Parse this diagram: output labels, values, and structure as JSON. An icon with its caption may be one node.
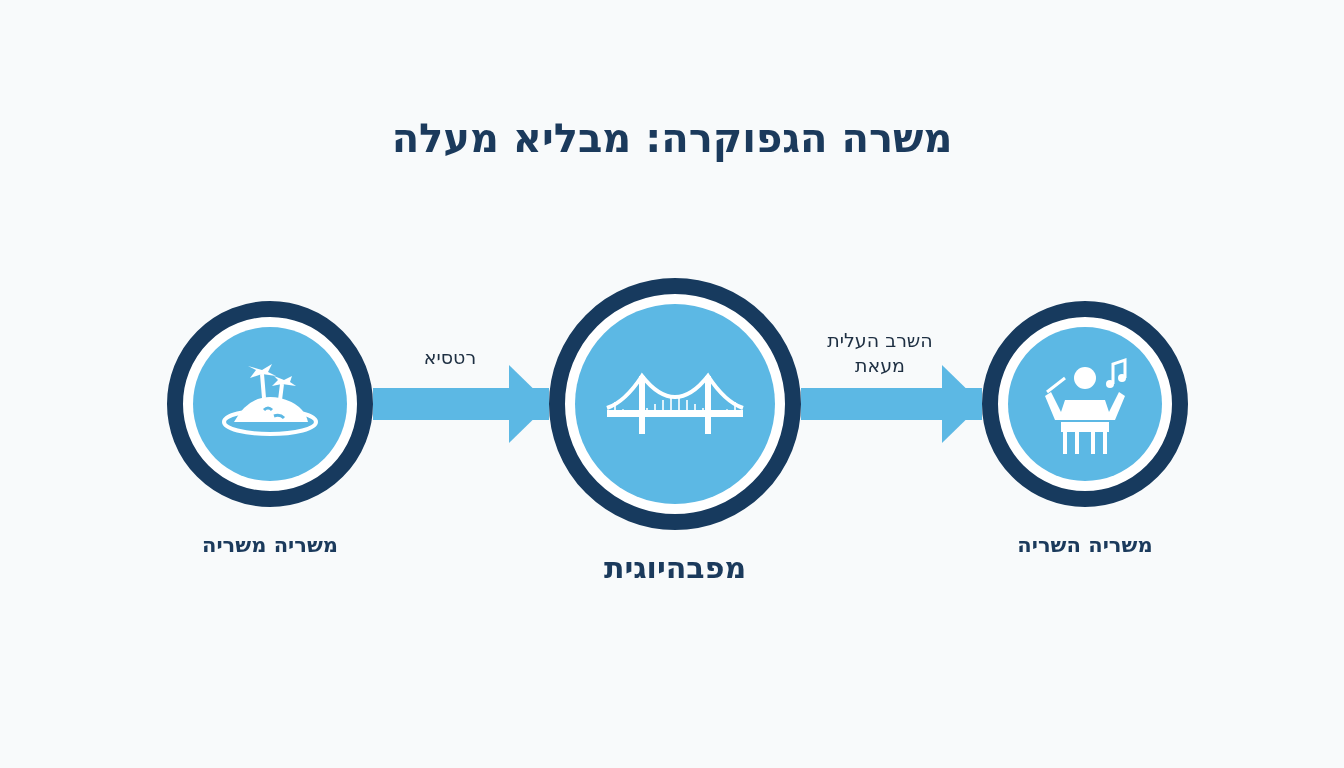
{
  "diagram": {
    "title": "משרה הגפוקרה: מבליא מעלה",
    "nodes": [
      {
        "text": [
          "משריה משריה"
        ]
      },
      {
        "text": [
          "מפבהיוגית"
        ]
      },
      {
        "text": [
          "משריה השריה"
        ]
      }
    ],
    "edges": [
      {
        "from": 0,
        "to": 1,
        "arrow": "to",
        "label": "רטסיא"
      },
      {
        "from": 1,
        "to": 2,
        "arrow": "to",
        "label": "השרב העלית מעאת"
      }
    ]
  }
}
